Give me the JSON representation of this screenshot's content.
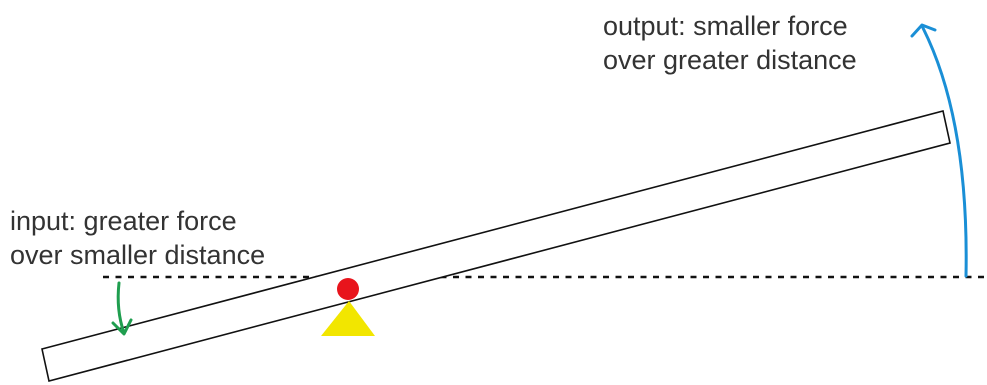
{
  "output_label": {
    "line1": "output: smaller force",
    "line2": "over greater distance"
  },
  "input_label": {
    "line1": "input: greater force",
    "line2": "over smaller distance"
  },
  "colors": {
    "output_arrow": "#1a8fd6",
    "input_arrow": "#1f9e4f",
    "fulcrum": "#f2e600",
    "pivot": "#e8141c",
    "lever_outline": "#111111",
    "baseline": "#111111",
    "text": "#333333"
  },
  "icons": {
    "fulcrum": "triangle",
    "pivot": "circle",
    "output_arrow": "curved-arrow-up",
    "input_arrow": "curved-arrow-down"
  }
}
